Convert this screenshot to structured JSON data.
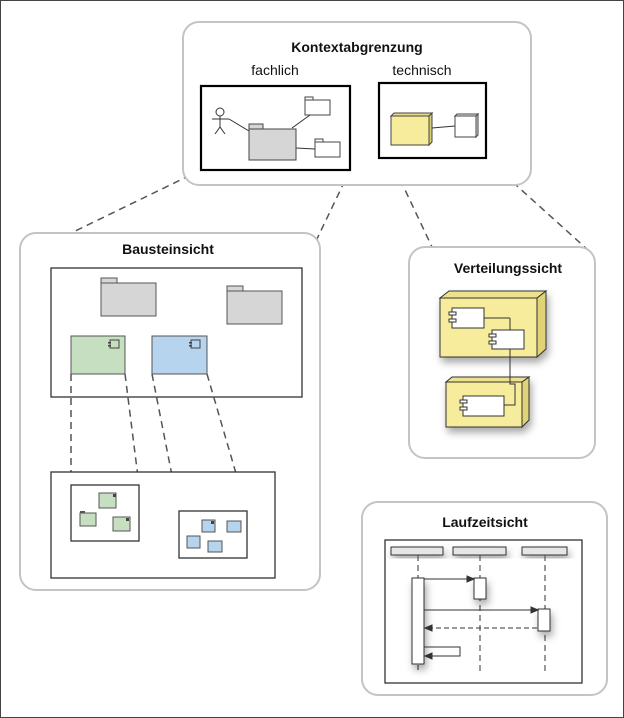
{
  "kontext": {
    "title": "Kontextabgrenzung",
    "fachlich": "fachlich",
    "technisch": "technisch"
  },
  "baustein": {
    "title": "Bausteinsicht"
  },
  "verteilung": {
    "title": "Verteilungssicht"
  },
  "laufzeit": {
    "title": "Laufzeitsicht"
  },
  "colors": {
    "package_gray": "#d6d6d6",
    "component_green": "#c6dfc0",
    "component_blue": "#b7d4ee",
    "node_yellow": "#f6ec9c",
    "panel_border": "#c4c4c4"
  }
}
